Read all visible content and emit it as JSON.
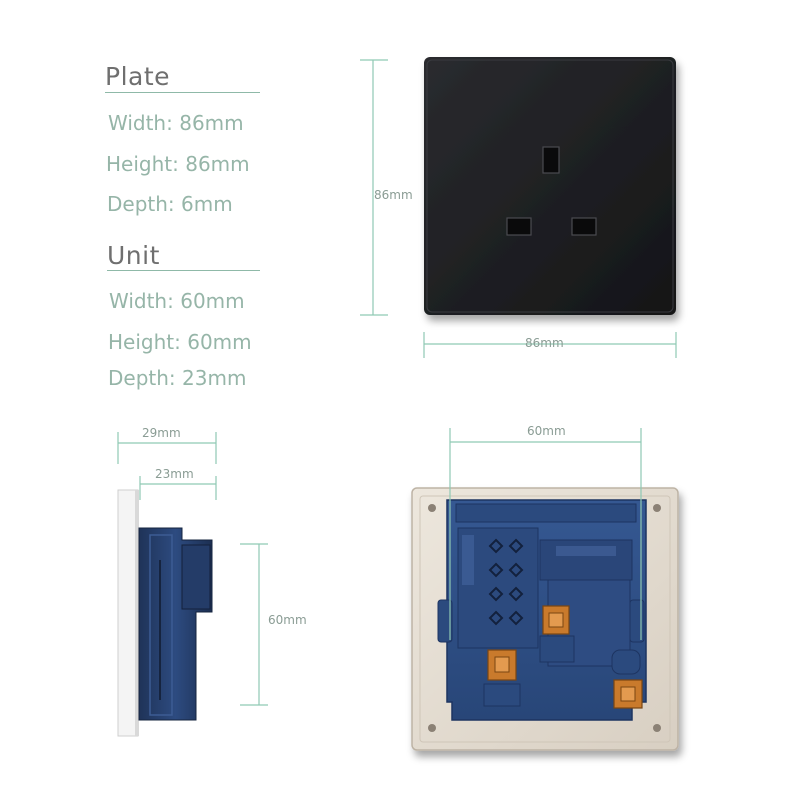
{
  "plate": {
    "title": "Plate",
    "specs": [
      {
        "label": "Width",
        "value": "86mm"
      },
      {
        "label": "Height",
        "value": "86mm"
      },
      {
        "label": "Depth",
        "value": "6mm"
      }
    ]
  },
  "unit": {
    "title": "Unit",
    "specs": [
      {
        "label": "Width",
        "value": "60mm"
      },
      {
        "label": "Height",
        "value": "60mm"
      },
      {
        "label": "Depth",
        "value": "23mm"
      }
    ]
  },
  "front_view": {
    "height_dimension": "86mm",
    "width_dimension": "86mm"
  },
  "side_view": {
    "total_depth_dimension": "29mm",
    "unit_depth_dimension": "23mm",
    "height_dimension": "60mm"
  },
  "back_view": {
    "width_dimension": "60mm"
  },
  "colors": {
    "dimension_line": "#8fc9b4",
    "spec_text": "#96b5a8",
    "heading_text": "#6f6f6f",
    "plate_black": "#1c1d20",
    "unit_blue": "#2f4f86",
    "terminal_copper": "#c97a2c",
    "frame_beige": "#e6dfd4"
  }
}
